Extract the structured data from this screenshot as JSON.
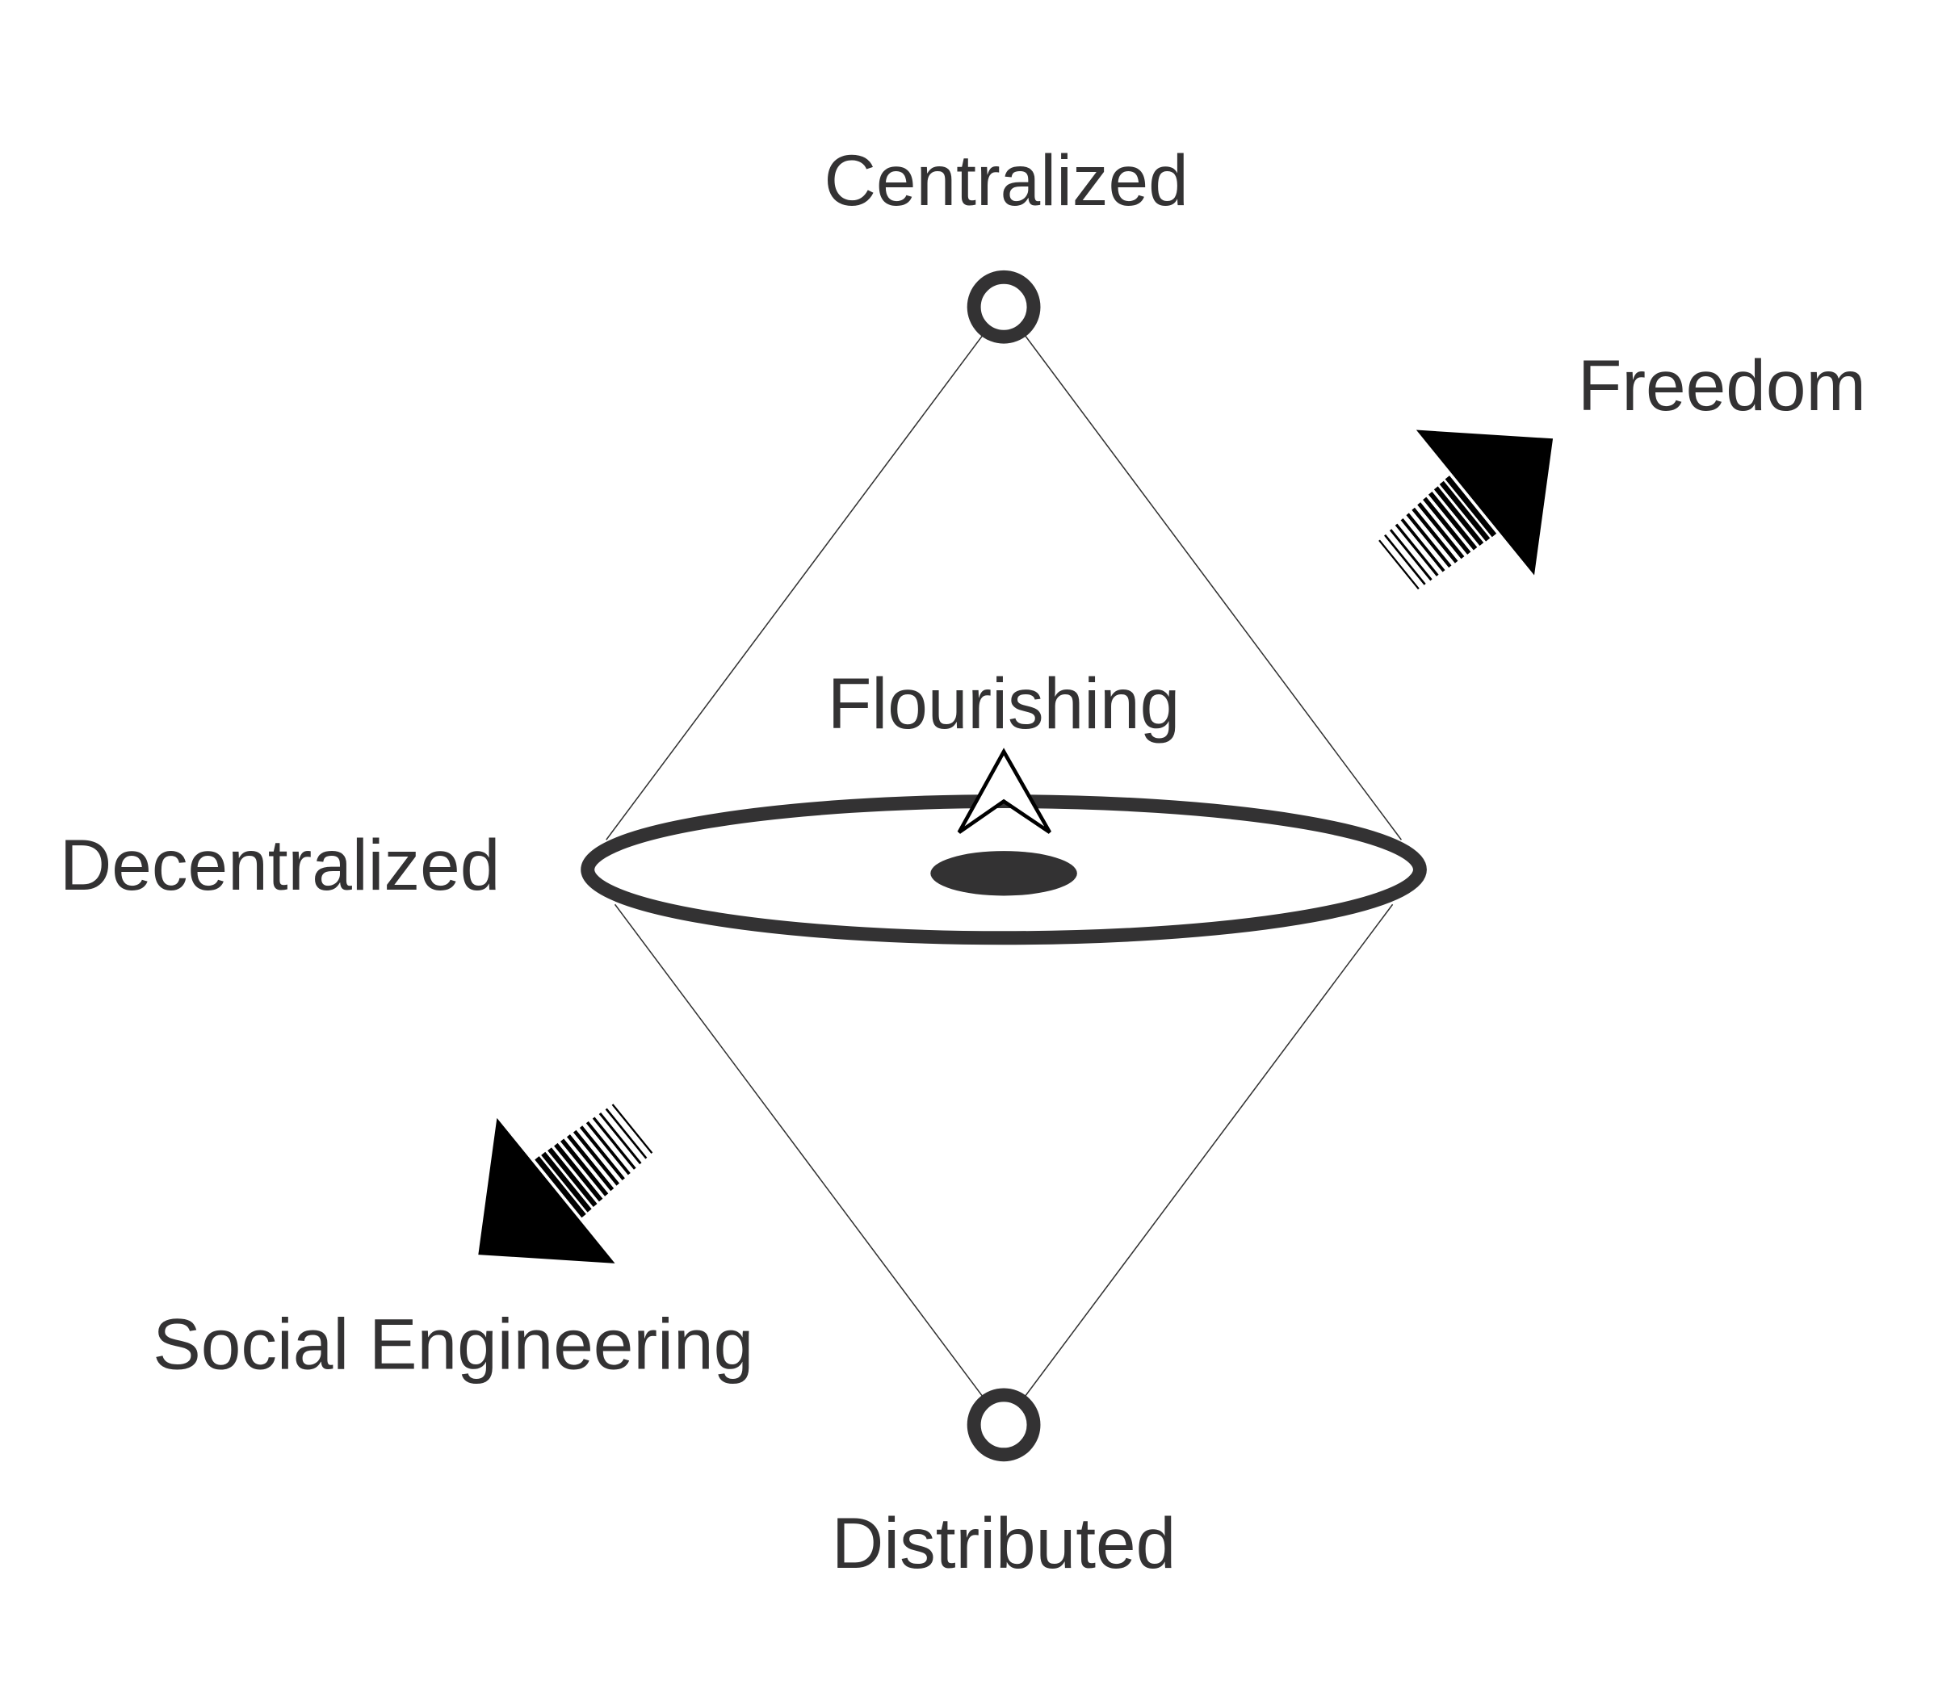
{
  "labels": {
    "top": "Centralized",
    "middle": "Decentralized",
    "bottom": "Distributed",
    "center": "Flourishing",
    "up_arrow": "Freedom",
    "down_arrow": "Social Engineering"
  },
  "colors": {
    "ink": "#333233",
    "arrow": "#000000",
    "background": "#ffffff"
  }
}
